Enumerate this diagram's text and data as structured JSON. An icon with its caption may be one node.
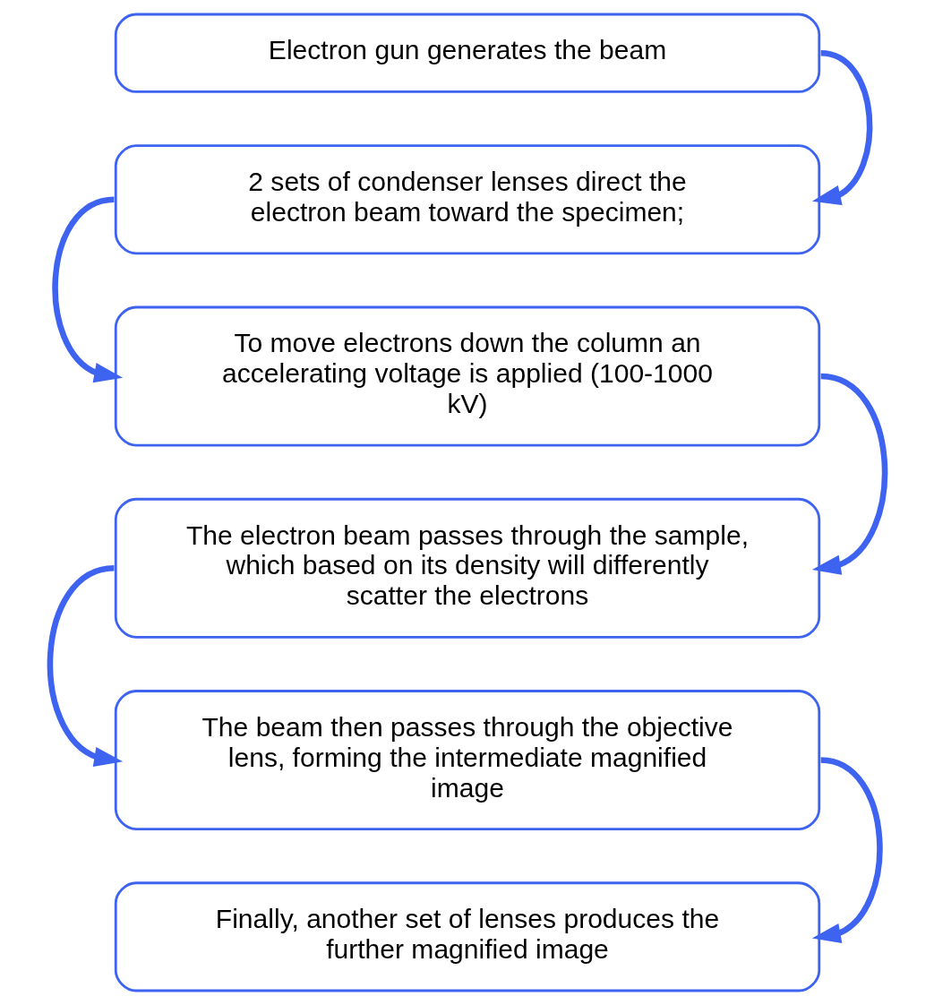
{
  "diagram": {
    "nodes": [
      {
        "text": [
          "Electron gun generates the beam"
        ]
      },
      {
        "text": [
          "2 sets of condenser lenses direct the electron beam toward the specimen;"
        ]
      },
      {
        "text": [
          "To move electrons down the column an accelerating voltage is applied (100-1000 kV)"
        ]
      },
      {
        "text": [
          "The electron beam passes through the sample, which based on its density will differently scatter the electrons"
        ]
      },
      {
        "text": [
          "The beam then passes through the objective lens, forming the intermediate magnified image"
        ]
      },
      {
        "text": [
          "Finally, another set of lenses produces the further magnified image"
        ]
      }
    ],
    "edges": [
      {
        "from": 0,
        "to": 1,
        "arrow": "to"
      },
      {
        "from": 1,
        "to": 2,
        "arrow": "to"
      },
      {
        "from": 2,
        "to": 3,
        "arrow": "to"
      },
      {
        "from": 3,
        "to": 4,
        "arrow": "to"
      },
      {
        "from": 4,
        "to": 5,
        "arrow": "to"
      }
    ]
  }
}
